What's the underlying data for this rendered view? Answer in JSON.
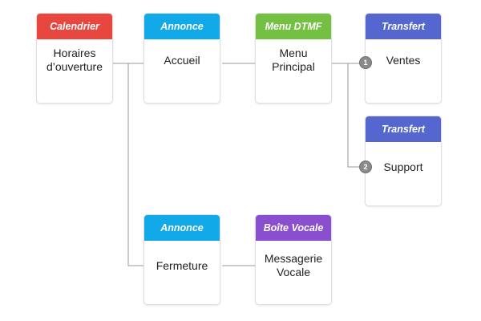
{
  "colors": {
    "calendar": "#e8473f",
    "announcement": "#12a9e8",
    "dtmf_menu": "#74c043",
    "transfer": "#5567cf",
    "voicemail": "#8a4fcf",
    "connector": "#9a9a9a",
    "badge": "#8a8a8a"
  },
  "nodes": {
    "calendar": {
      "type": "Calendrier",
      "label": "Horaires d’ouverture"
    },
    "welcome": {
      "type": "Annonce",
      "label": "Accueil"
    },
    "main_menu": {
      "type": "Menu DTMF",
      "label": "Menu Principal"
    },
    "sales": {
      "type": "Transfert",
      "label": "Ventes",
      "key": "1"
    },
    "support": {
      "type": "Transfert",
      "label": "Support",
      "key": "2"
    },
    "closing": {
      "type": "Annonce",
      "label": "Fermeture"
    },
    "voicemail": {
      "type": "Boîte Vocale",
      "label": "Messagerie Vocale"
    }
  }
}
